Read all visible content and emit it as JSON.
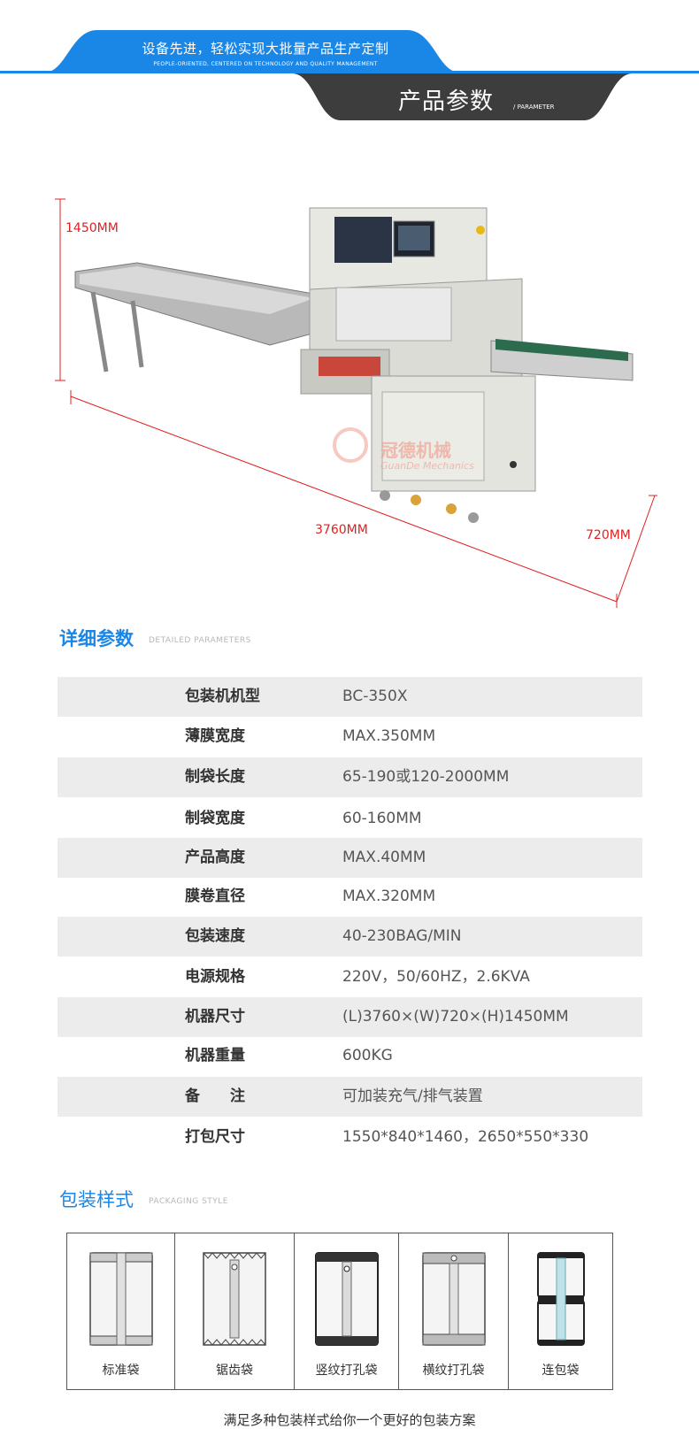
{
  "header": {
    "slogan": "设备先进，轻松实现大批量产品生产定制",
    "slogan_en": "PEOPLE-ORIENTED, CENTERED ON TECHNOLOGY AND QUALITY MANAGEMENT",
    "title": "产品参数",
    "title_en": "/ PARAMETER",
    "colors": {
      "blue": "#1a86e6",
      "dark": "#3d3d3d",
      "dim_red": "#e02020"
    }
  },
  "figure": {
    "height_label": "1450MM",
    "length_label": "3760MM",
    "width_label": "720MM",
    "watermark_cn": "冠德机械",
    "watermark_en": "GuanDe Mechanics"
  },
  "details": {
    "title": "详细参数",
    "title_en": "DETAILED PARAMETERS",
    "rows": [
      {
        "label": "包装机机型",
        "value": "BC-350X"
      },
      {
        "label": "薄膜宽度",
        "value": "MAX.350MM"
      },
      {
        "label": "制袋长度",
        "value": "65-190或120-2000MM"
      },
      {
        "label": "制袋宽度",
        "value": "60-160MM"
      },
      {
        "label": "产品高度",
        "value": "MAX.40MM"
      },
      {
        "label": "膜卷直径",
        "value": "MAX.320MM"
      },
      {
        "label": "包装速度",
        "value": "40-230BAG/MIN"
      },
      {
        "label": "电源规格",
        "value": "220V，50/60HZ，2.6KVA"
      },
      {
        "label": "机器尺寸",
        "value": "(L)3760×(W)720×(H)1450MM"
      },
      {
        "label": "机器重量",
        "value": "600KG"
      },
      {
        "label": "备　　注",
        "value": "可加装充气/排气装置"
      },
      {
        "label": "打包尺寸",
        "value": "1550*840*1460，2650*550*330"
      }
    ]
  },
  "packaging": {
    "title": "包装样式",
    "title_en": "PACKAGING STYLE",
    "styles": [
      {
        "label": "标准袋",
        "icon": "standard-bag-icon"
      },
      {
        "label": "锯齿袋",
        "icon": "serrated-bag-icon"
      },
      {
        "label": "竖纹打孔袋",
        "icon": "vertical-hole-bag-icon"
      },
      {
        "label": "横纹打孔袋",
        "icon": "horizontal-hole-bag-icon"
      },
      {
        "label": "连包袋",
        "icon": "linked-bag-icon"
      }
    ],
    "footer": "满足多种包装样式给你一个更好的包装方案"
  }
}
